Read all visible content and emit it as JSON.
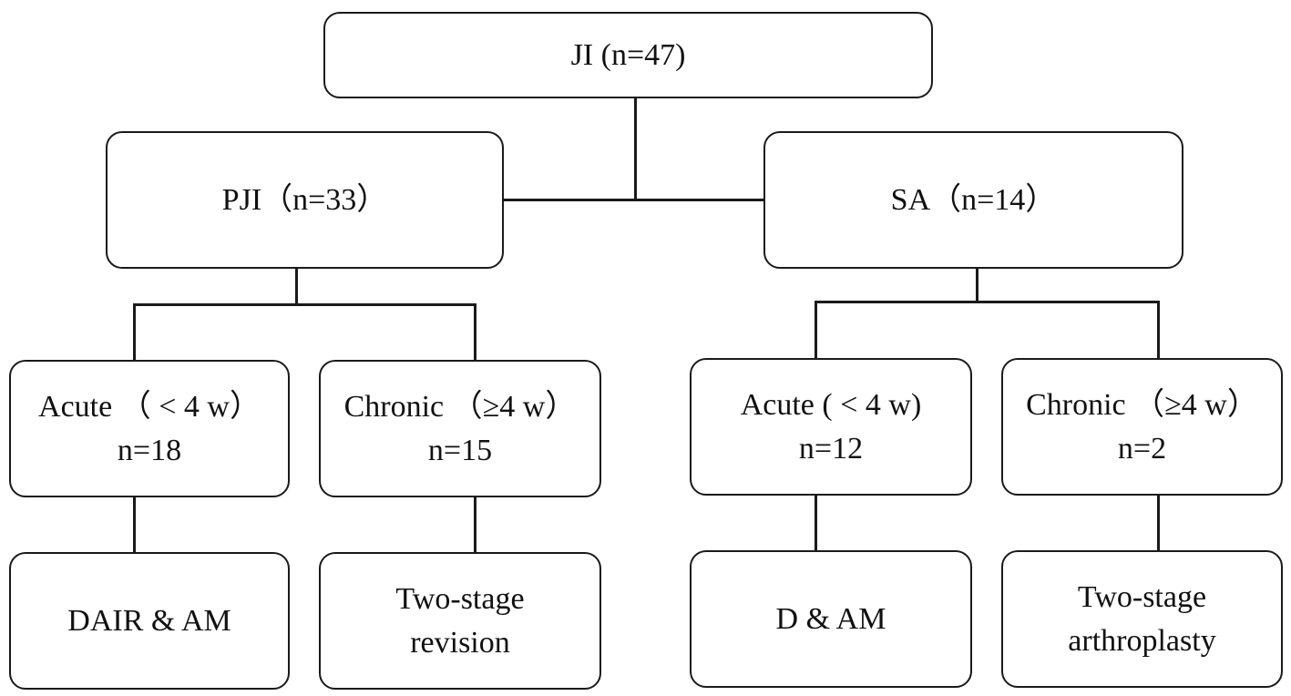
{
  "root": {
    "label": "JI (n=47)"
  },
  "branches": [
    {
      "label": "PJI（n=33）",
      "groups": [
        {
          "line1": "Acute （ < 4 w）",
          "line2": "n=18",
          "treatment": [
            "DAIR & AM"
          ]
        },
        {
          "line1": "Chronic （≥4 w）",
          "line2": "n=15",
          "treatment": [
            "Two-stage",
            "revision"
          ]
        }
      ]
    },
    {
      "label": "SA（n=14）",
      "groups": [
        {
          "line1": "Acute ( < 4 w)",
          "line2": "n=12",
          "treatment": [
            "D & AM"
          ]
        },
        {
          "line1": "Chronic （≥4 w）",
          "line2": "n=2",
          "treatment": [
            "Two-stage",
            "arthroplasty"
          ]
        }
      ]
    }
  ]
}
